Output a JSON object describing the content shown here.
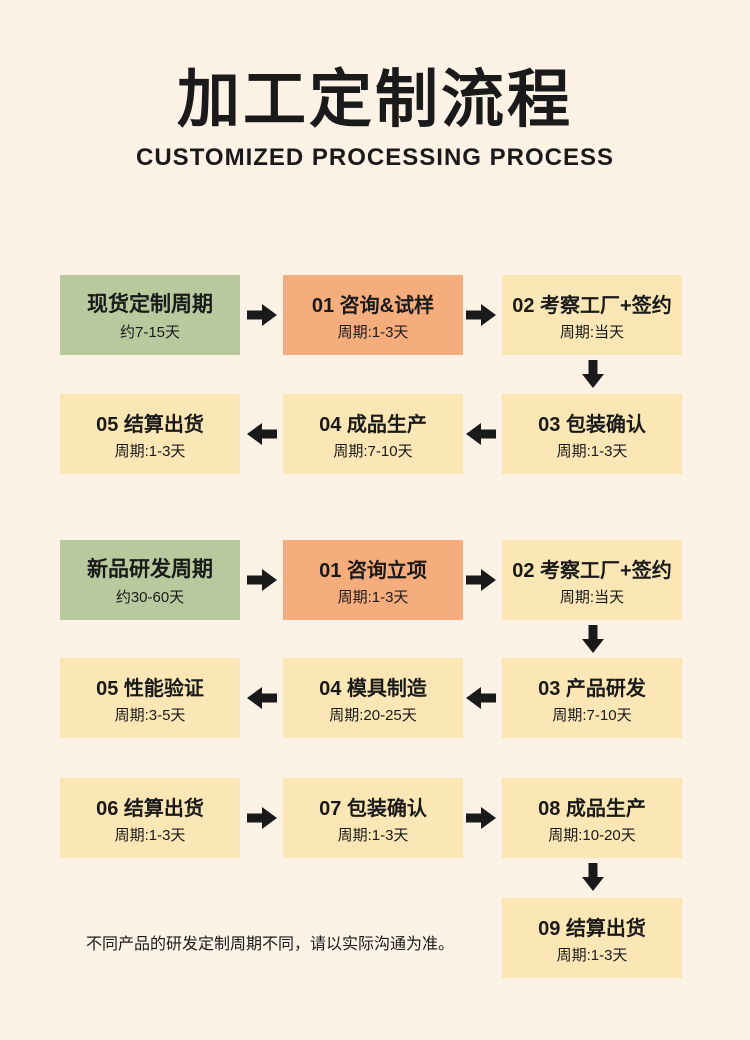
{
  "header": {
    "title": "加工定制流程",
    "subtitle": "CUSTOMIZED PROCESSING PROCESS"
  },
  "colors": {
    "page-bg": "#fcf3e6",
    "green-box": "#b8c99e",
    "orange-box": "#f5ad7d",
    "yellow-box": "#fae7b5",
    "ink": "#1a1a1a"
  },
  "flow_spot": {
    "label": {
      "title": "现货定制周期",
      "subtitle": "约7-15天"
    },
    "steps": [
      {
        "title": "01 咨询&试样",
        "cycle": "周期:1-3天"
      },
      {
        "title": "02 考察工厂+签约",
        "cycle": "周期:当天"
      },
      {
        "title": "03 包装确认",
        "cycle": "周期:1-3天"
      },
      {
        "title": "04 成品生产",
        "cycle": "周期:7-10天"
      },
      {
        "title": "05 结算出货",
        "cycle": "周期:1-3天"
      }
    ]
  },
  "flow_newproduct": {
    "label": {
      "title": "新品研发周期",
      "subtitle": "约30-60天"
    },
    "steps": [
      {
        "title": "01 咨询立项",
        "cycle": "周期:1-3天"
      },
      {
        "title": "02 考察工厂+签约",
        "cycle": "周期:当天"
      },
      {
        "title": "03 产品研发",
        "cycle": "周期:7-10天"
      },
      {
        "title": "04 模具制造",
        "cycle": "周期:20-25天"
      },
      {
        "title": "05 性能验证",
        "cycle": "周期:3-5天"
      },
      {
        "title": "06 结算出货",
        "cycle": "周期:1-3天"
      },
      {
        "title": "07 包装确认",
        "cycle": "周期:1-3天"
      },
      {
        "title": "08 成品生产",
        "cycle": "周期:10-20天"
      },
      {
        "title": "09 结算出货",
        "cycle": "周期:1-3天"
      }
    ]
  },
  "footer": {
    "note": "不同产品的研发定制周期不同，请以实际沟通为准。"
  }
}
